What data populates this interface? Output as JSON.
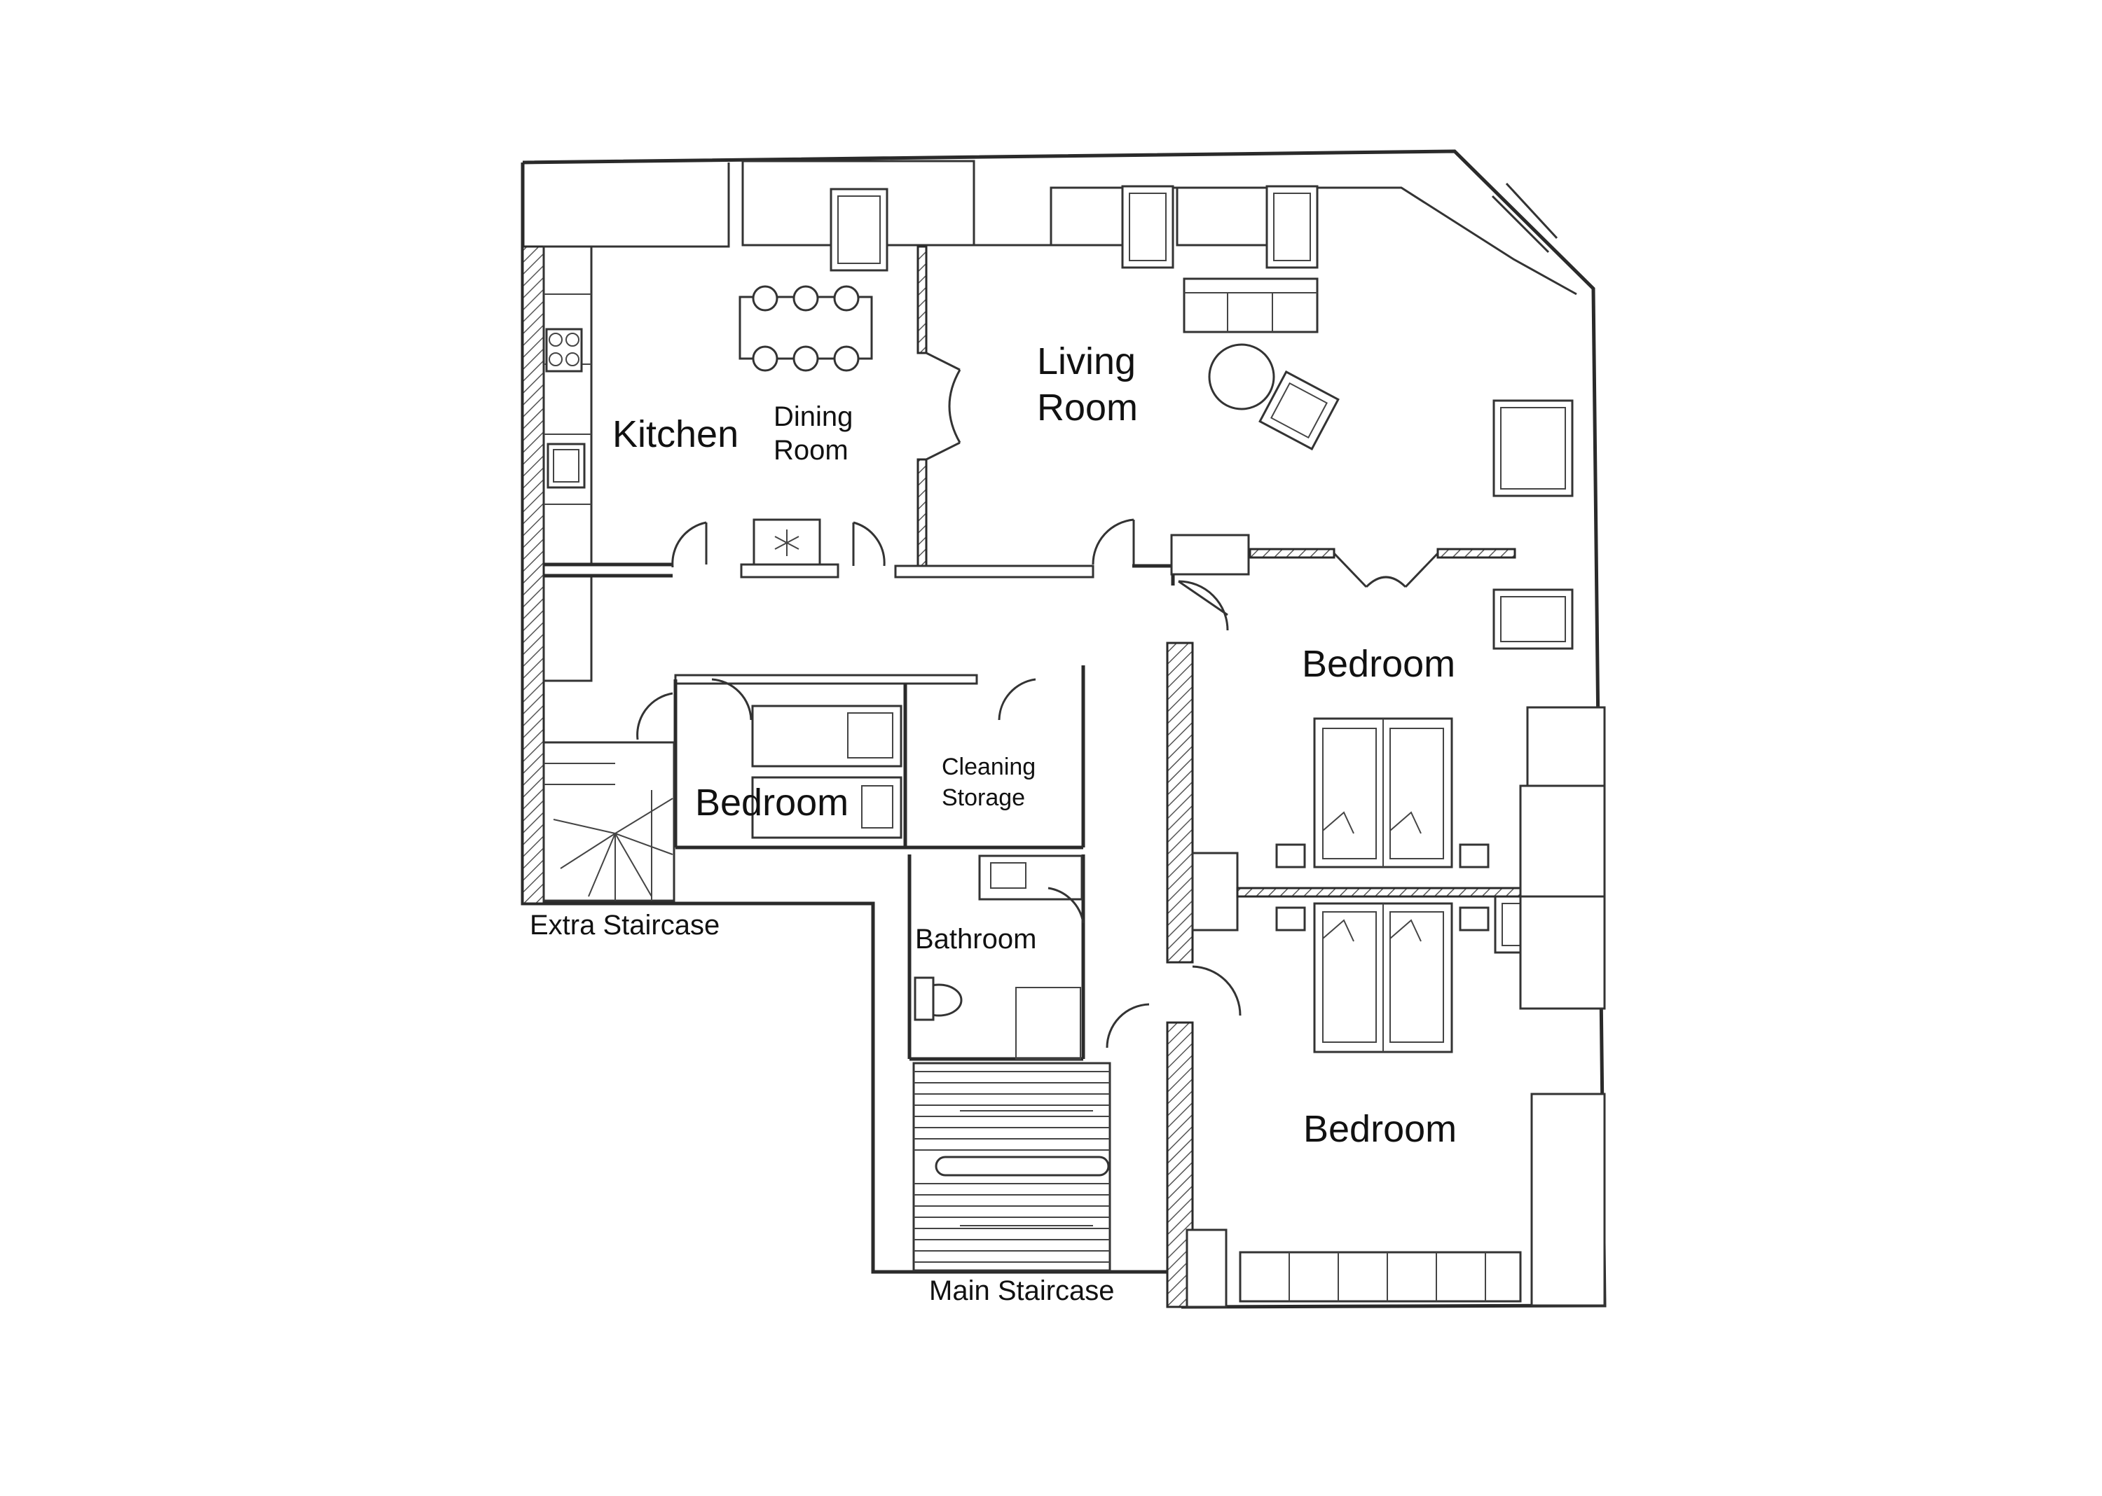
{
  "floorplan": {
    "rooms": {
      "kitchen": "Kitchen",
      "dining_line1": "Dining",
      "dining_line2": "Room",
      "living_line1": "Living",
      "living_line2": "Room",
      "bedroom_east": "Bedroom",
      "bedroom_small": "Bedroom",
      "cleaning_line1": "Cleaning",
      "cleaning_line2": "Storage",
      "bathroom": "Bathroom",
      "bedroom_south": "Bedroom"
    },
    "stairs": {
      "extra": "Extra Staircase",
      "main": "Main Staircase"
    }
  }
}
